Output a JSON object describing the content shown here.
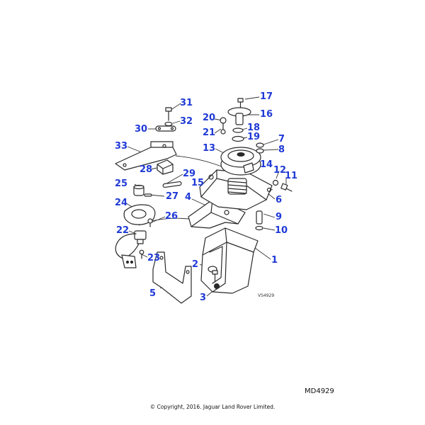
{
  "diagram_code": "MD4929",
  "drawing_ref": "VS4929",
  "copyright": "© Copyright, 2016. Jaguar Land Rover Limited.",
  "callouts": [
    "1",
    "2",
    "3",
    "4",
    "5",
    "6",
    "7",
    "8",
    "9",
    "10",
    "11",
    "12",
    "13",
    "14",
    "15",
    "16",
    "17",
    "18",
    "19",
    "20",
    "21",
    "22",
    "23",
    "24",
    "25",
    "26",
    "27",
    "28",
    "29",
    "30",
    "31",
    "32",
    "33"
  ],
  "colors": {
    "callout": "#1f3ad6",
    "line": "#2a2a2a"
  }
}
